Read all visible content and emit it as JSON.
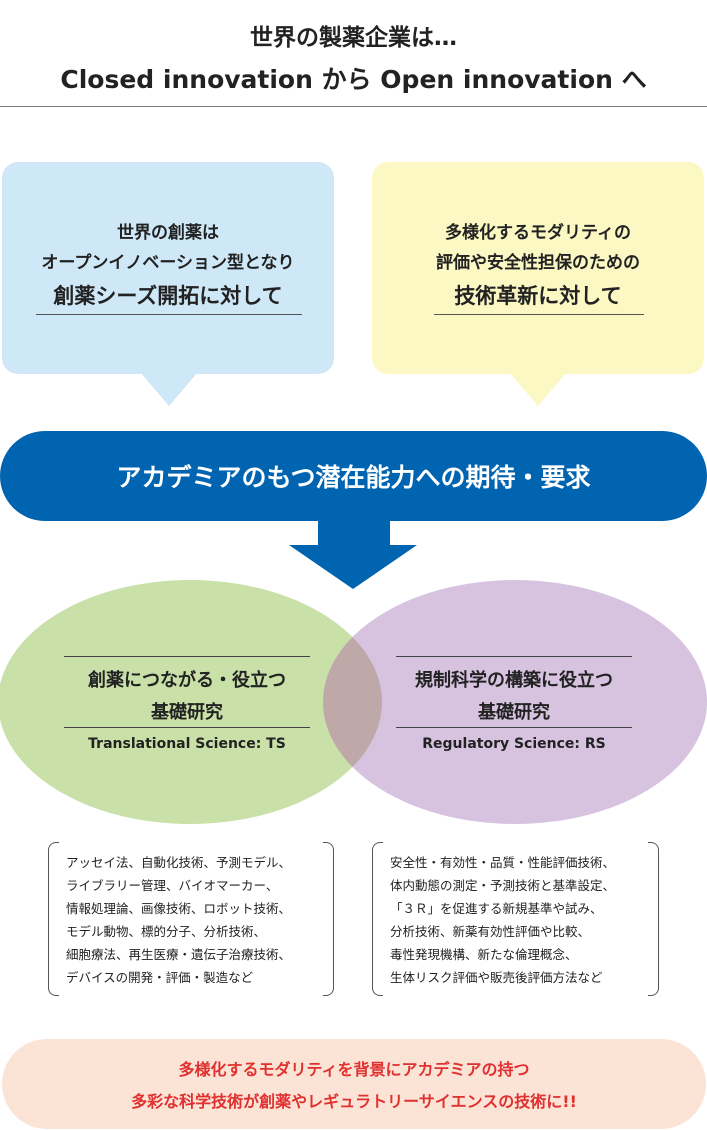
{
  "header": {
    "line1": "世界の製薬企業は…",
    "line2": "Closed innovation から Open innovation へ"
  },
  "bubbles": {
    "left": {
      "line1": "世界の創薬は",
      "line2": "オープンイノベーション型となり",
      "line3": "創薬シーズ開拓に対して",
      "color": "#cfe8f7"
    },
    "right": {
      "line1": "多様化するモダリティの",
      "line2": "評価や安全性担保のための",
      "line3": "技術革新に対して",
      "color": "#fbf8c3"
    }
  },
  "banner": {
    "text": "アカデミアのもつ潜在能力への期待・要求",
    "color": "#0064b0"
  },
  "venn": {
    "left": {
      "title1": "創薬につながる・役立つ",
      "title2": "基礎研究",
      "subtitle": "Translational Science: TS",
      "color": "#c9e1a8"
    },
    "right": {
      "title1": "規制科学の構築に役立つ",
      "title2": "基礎研究",
      "subtitle": "Regulatory Science: RS",
      "color": "#d7c3e0"
    },
    "overlap_color": "#bfa8a8"
  },
  "lists": {
    "ts": [
      "アッセイ法、自動化技術、予測モデル、",
      "ライブラリー管理、バイオマーカー、",
      "情報処理論、画像技術、ロボット技術、",
      "モデル動物、標的分子、分析技術、",
      "細胞療法、再生医療・遺伝子治療技術、",
      "デバイスの開発・評価・製造など"
    ],
    "rs": [
      "安全性・有効性・品質・性能評価技術、",
      "体内動態の測定・予測技術と基準設定、",
      "「３Ｒ」を促進する新規基準や試み、",
      "分析技術、新薬有効性評価や比較、",
      "毒性発現機構、新たな倫理概念、",
      "生体リスク評価や販売後評価方法など"
    ]
  },
  "bottom": {
    "line1": "多様化するモダリティを背景にアカデミアの持つ",
    "line2": "多彩な科学技術が創薬やレギュラトリーサイエンスの技術に!!",
    "bg_color": "#fbe3d6",
    "text_color": "#e0302f"
  }
}
